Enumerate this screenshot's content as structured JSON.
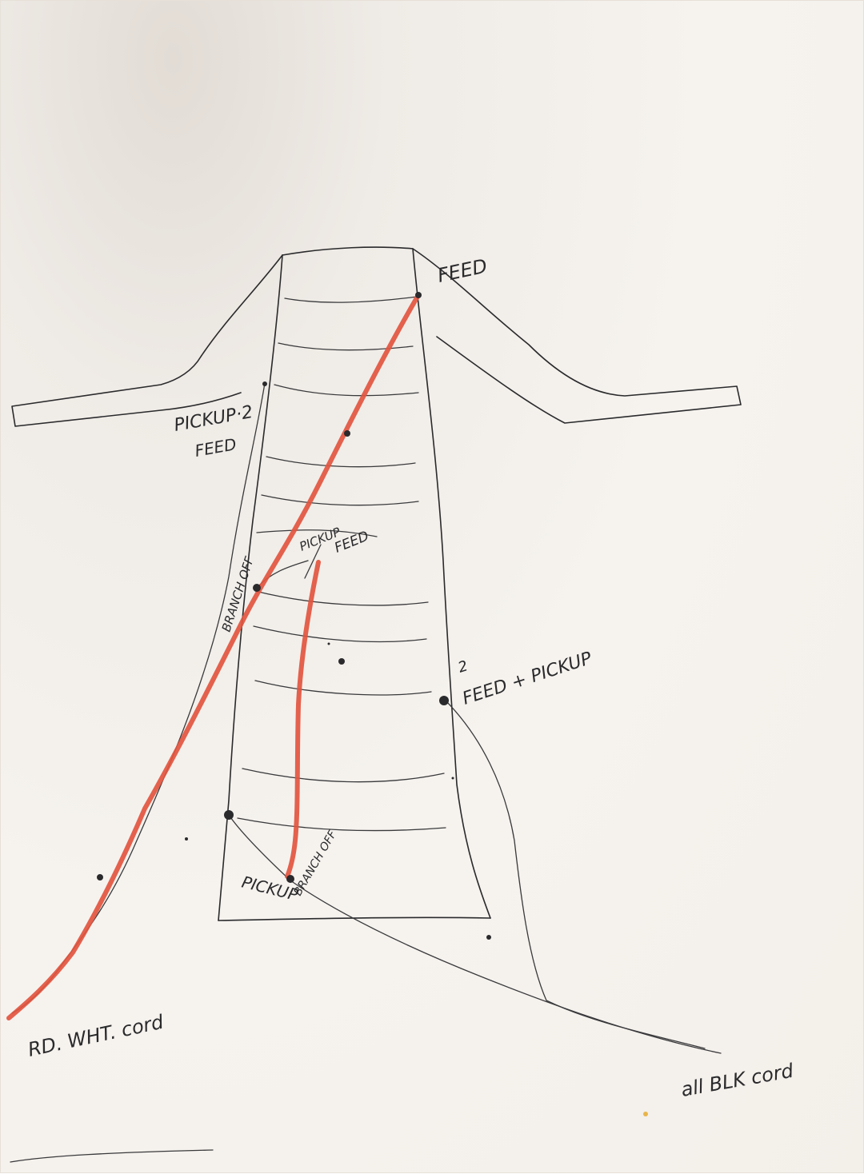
{
  "sheet": {
    "paper_color": "#f4f1ec",
    "ink_color": "#2a2a2c",
    "red_cord_color": "#e2553f"
  },
  "labels": {
    "feed_top": "FEED",
    "pickup_2": "PICKUP·2",
    "feed_left": "FEED",
    "branch_off_upper": "BRANCH OFF",
    "pickup_upper": "PICKUP",
    "feed_upper": "FEED",
    "two": "2",
    "feed_plus_pickup": "FEED + PICKUP",
    "pickup_lower": "PICKUP",
    "branch_off_lower": "BRANCH OFF",
    "red_wht_cord": "RD. WHT. cord",
    "all_blk_cord": "all BLK cord"
  }
}
